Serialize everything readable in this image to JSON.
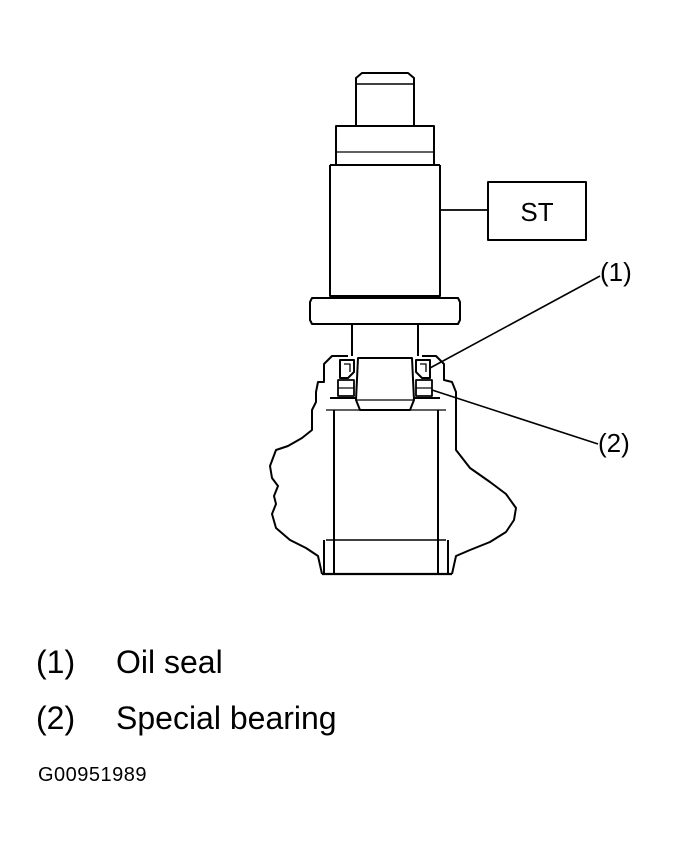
{
  "diagram": {
    "tool_label": "ST",
    "callouts": [
      {
        "id": "1",
        "text": "(1)"
      },
      {
        "id": "2",
        "text": "(2)"
      }
    ]
  },
  "legend": [
    {
      "num": "(1)",
      "text": "Oil seal"
    },
    {
      "num": "(2)",
      "text": "Special bearing"
    }
  ],
  "figure_id": "G00951989"
}
